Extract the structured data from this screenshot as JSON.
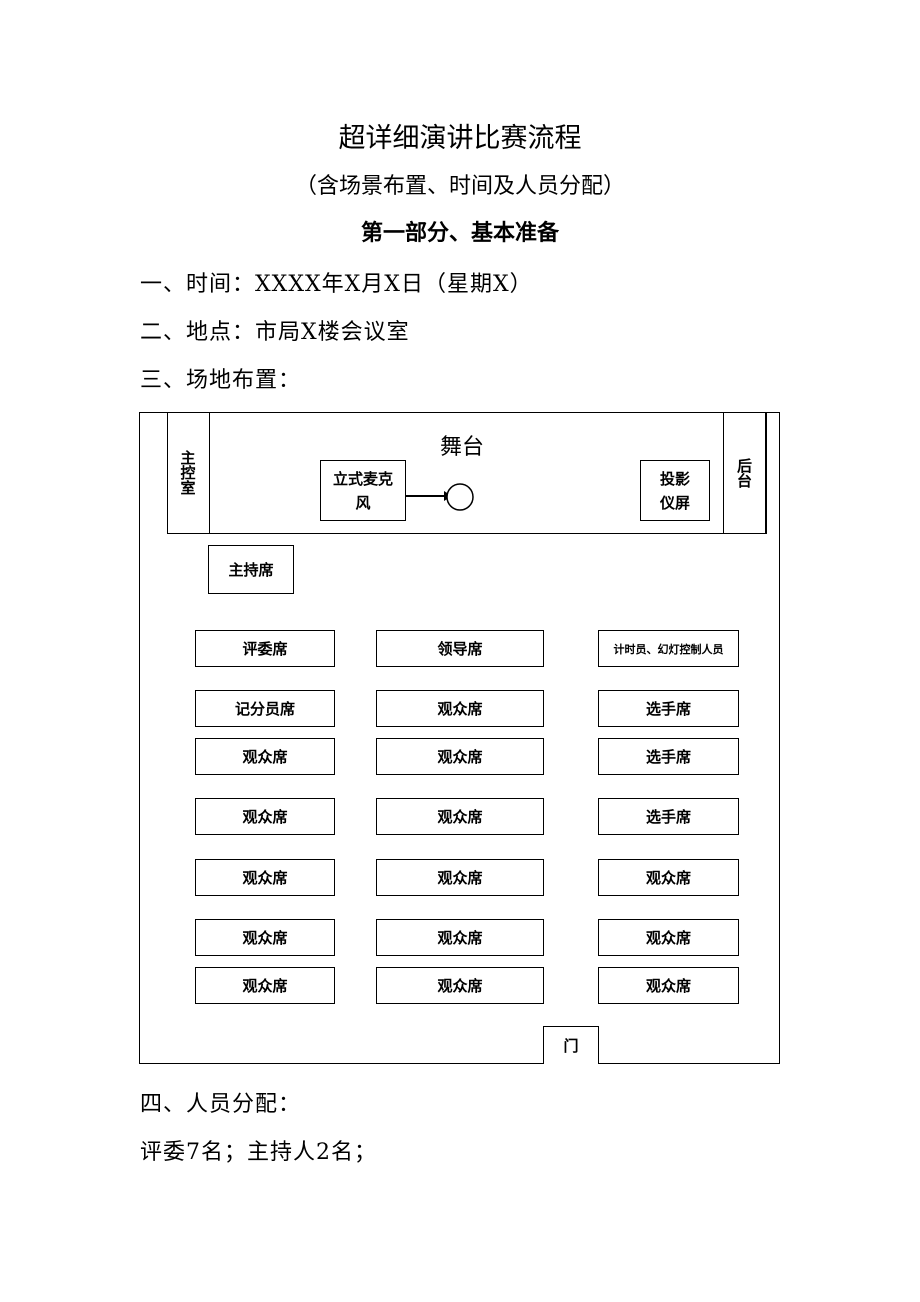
{
  "title": "超详细演讲比赛流程",
  "subtitle": "（含场景布置、时间及人员分配）",
  "section": "第一部分、基本准备",
  "lines": {
    "time": "一、时间：XXXX年X月X日（星期X）",
    "place": "二、地点：市局X楼会议室",
    "layout": "三、场地布置：",
    "staff": "四、人员分配：",
    "staff_detail": "评委7名；主持人2名；"
  },
  "diagram": {
    "control_room": "主控室",
    "stage": "舞台",
    "backstage": "后台",
    "mic": "立式麦克风",
    "projector": "投影仪屏",
    "host": "主持席",
    "door": "门",
    "rows": [
      [
        "评委席",
        "领导席",
        "计时员、幻灯控制人员"
      ],
      [
        "记分员席",
        "观众席",
        "选手席"
      ],
      [
        "观众席",
        "观众席",
        "选手席"
      ],
      [
        "观众席",
        "观众席",
        "选手席"
      ],
      [
        "观众席",
        "观众席",
        "观众席"
      ],
      [
        "观众席",
        "观众席",
        "观众席"
      ],
      [
        "观众席",
        "观众席",
        "观众席"
      ]
    ]
  }
}
